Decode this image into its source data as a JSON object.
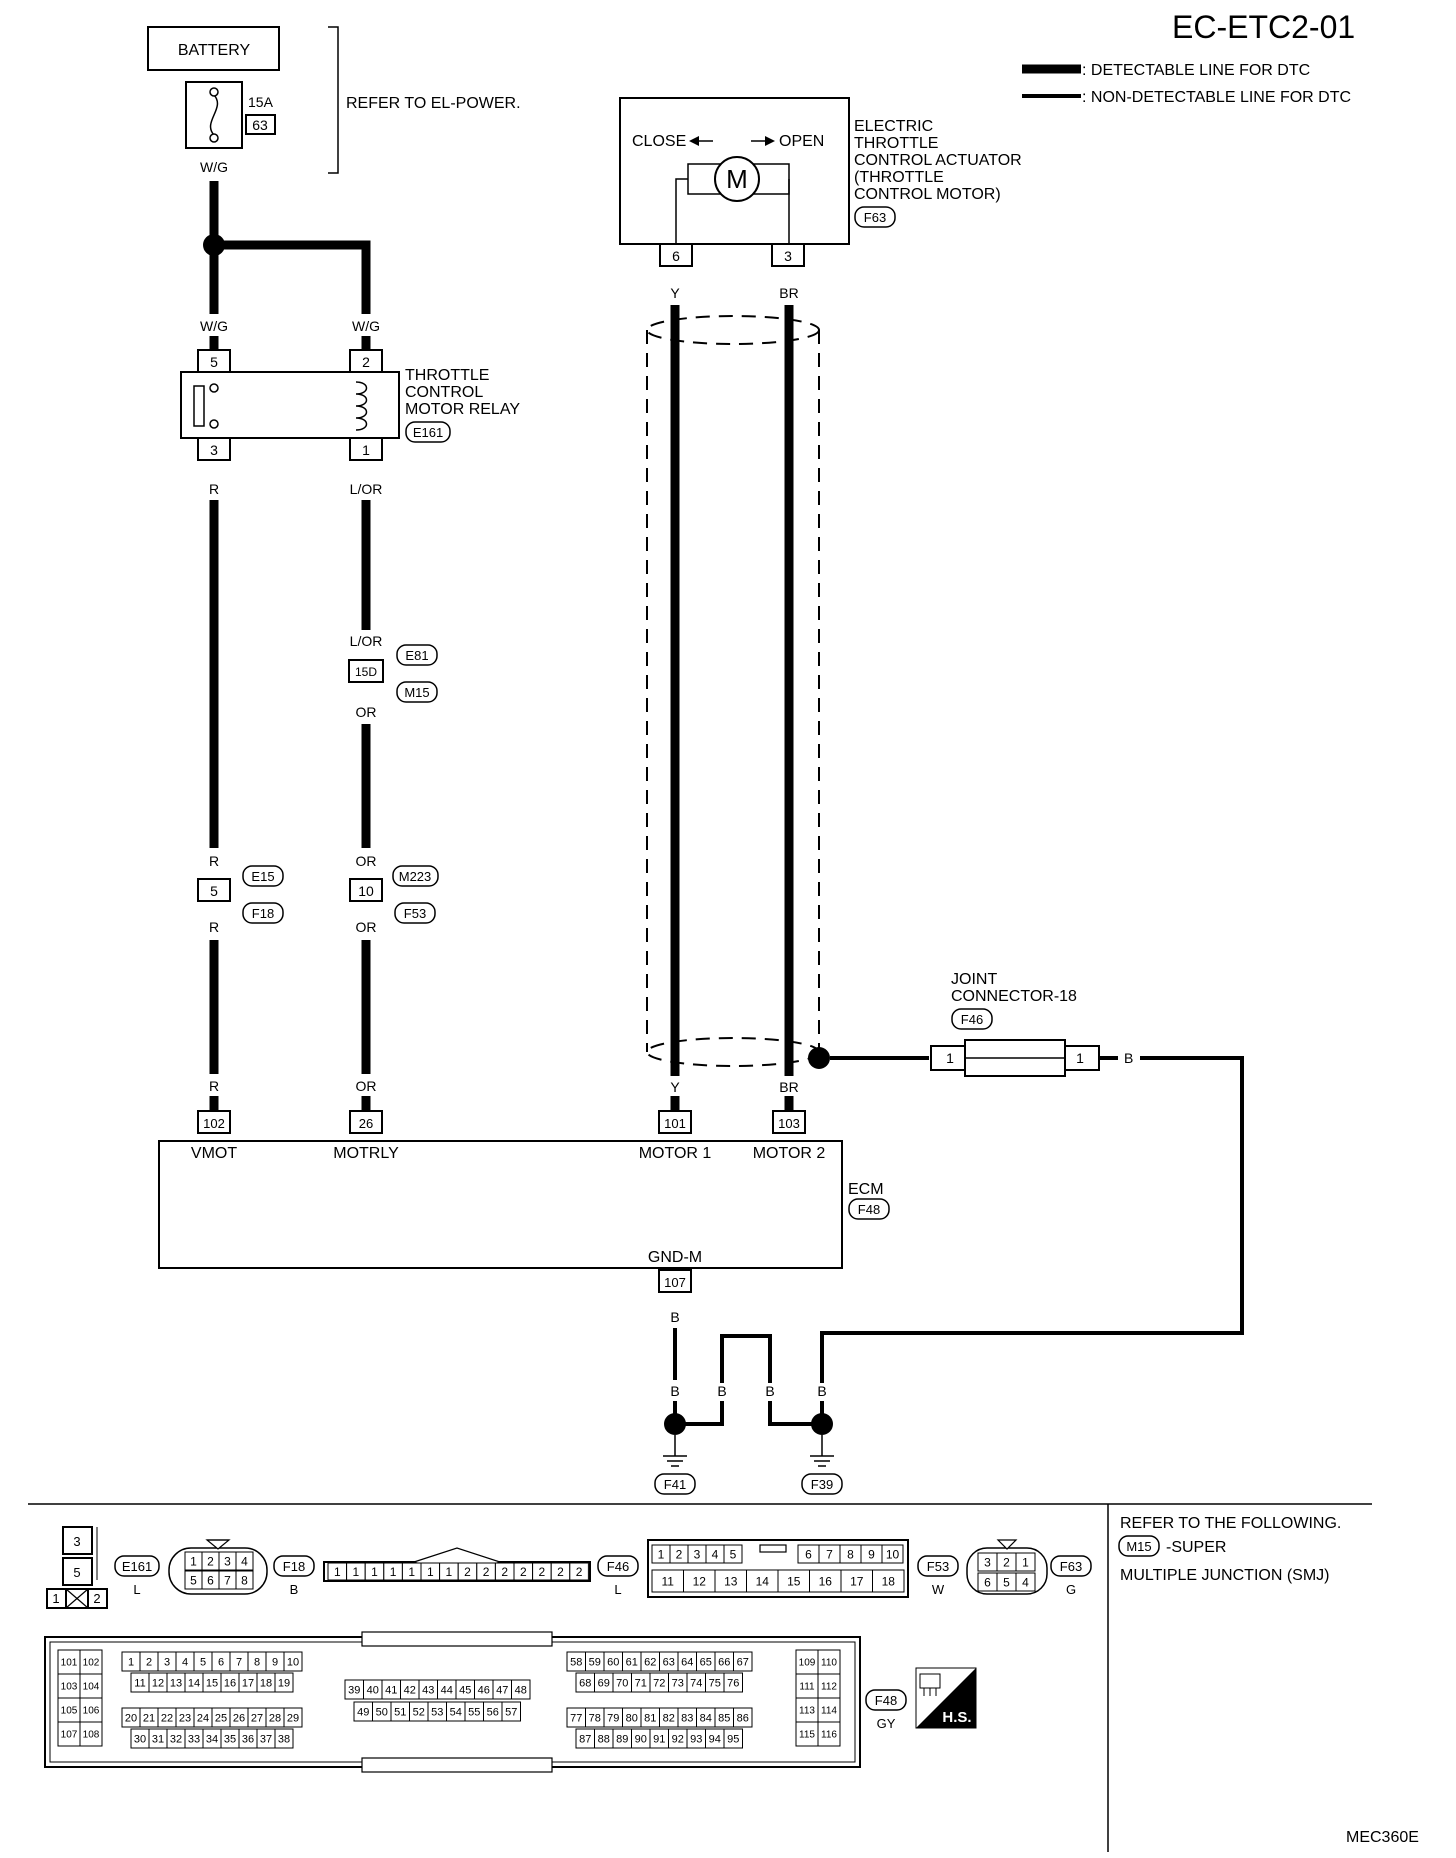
{
  "header": {
    "page_code": "EC-ETC2-01",
    "footer_code": "MEC360E",
    "legend": {
      "detectable": ": DETECTABLE LINE FOR DTC",
      "non_detectable": ": NON-DETECTABLE LINE FOR DTC"
    }
  },
  "battery": {
    "label": "BATTERY",
    "fuse_rating": "15A",
    "fuse_number": "63",
    "refer": "REFER TO EL-POWER."
  },
  "actuator": {
    "lines": [
      "ELECTRIC",
      "THROTTLE",
      "CONTROL ACTUATOR",
      "(THROTTLE",
      "CONTROL MOTOR)"
    ],
    "connector": "F63",
    "close_label": "CLOSE",
    "open_label": "OPEN",
    "motor_symbol": "M",
    "pin_a": "6",
    "pin_b": "3"
  },
  "relay": {
    "lines": [
      "THROTTLE",
      "CONTROL",
      "MOTOR RELAY"
    ],
    "connector": "E161",
    "pin_top_left": "5",
    "pin_top_right": "2",
    "pin_bottom_left": "3",
    "pin_bottom_right": "1"
  },
  "wires": {
    "wg": "W/G",
    "r": "R",
    "lor": "L/OR",
    "or": "OR",
    "y": "Y",
    "br": "BR",
    "b": "B"
  },
  "inline_connectors": {
    "pin_15d": "15D",
    "e81": "E81",
    "m15": "M15",
    "pin_5": "5",
    "e15": "E15",
    "f18": "F18",
    "pin_10": "10",
    "m223": "M223",
    "f53": "F53"
  },
  "joint": {
    "lines": [
      "JOINT",
      "CONNECTOR-18"
    ],
    "connector": "F46",
    "pin_left": "1",
    "pin_right": "1"
  },
  "ecm": {
    "label": "ECM",
    "connector": "F48",
    "pins": [
      {
        "pin": "102",
        "name": "VMOT"
      },
      {
        "pin": "26",
        "name": "MOTRLY"
      },
      {
        "pin": "101",
        "name": "MOTOR 1"
      },
      {
        "pin": "103",
        "name": "MOTOR 2"
      }
    ],
    "ground_pin": "107",
    "ground_name": "GND-M"
  },
  "grounds": [
    "F41",
    "F39"
  ],
  "connector_views": {
    "e161": {
      "name": "E161",
      "color": "L",
      "cells": [
        "3",
        "5",
        "1",
        "2"
      ]
    },
    "f18": {
      "name": "F18",
      "color": "B",
      "top": [
        "1",
        "2",
        "3",
        "4"
      ],
      "bottom": [
        "5",
        "6",
        "7",
        "8"
      ]
    },
    "f46": {
      "name": "F46",
      "color": "L",
      "cells": [
        "1",
        "1",
        "1",
        "1",
        "1",
        "1",
        "1",
        "2",
        "2",
        "2",
        "2",
        "2",
        "2",
        "2"
      ]
    },
    "f53": {
      "name": "F53",
      "color": "W",
      "top": [
        "1",
        "2",
        "3",
        "4",
        "5",
        "6",
        "7",
        "8",
        "9",
        "10"
      ],
      "bottom": [
        "11",
        "12",
        "13",
        "14",
        "15",
        "16",
        "17",
        "18"
      ]
    },
    "f63": {
      "name": "F63",
      "color": "G",
      "top": [
        "3",
        "2",
        "1"
      ],
      "bottom": [
        "6",
        "5",
        "4"
      ]
    },
    "f48": {
      "name": "F48",
      "color": "GY",
      "left": [
        "101",
        "102",
        "103",
        "104",
        "105",
        "106",
        "107",
        "108"
      ],
      "b1_r1": [
        "1",
        "2",
        "3",
        "4",
        "5",
        "6",
        "7",
        "8",
        "9",
        "10"
      ],
      "b1_r2": [
        "11",
        "12",
        "13",
        "14",
        "15",
        "16",
        "17",
        "18",
        "19"
      ],
      "b1_r3": [
        "20",
        "21",
        "22",
        "23",
        "24",
        "25",
        "26",
        "27",
        "28",
        "29"
      ],
      "b1_r4": [
        "30",
        "31",
        "32",
        "33",
        "34",
        "35",
        "36",
        "37",
        "38"
      ],
      "b2_r1": [
        "39",
        "40",
        "41",
        "42",
        "43",
        "44",
        "45",
        "46",
        "47",
        "48"
      ],
      "b2_r2": [
        "49",
        "50",
        "51",
        "52",
        "53",
        "54",
        "55",
        "56",
        "57"
      ],
      "b3_r1": [
        "58",
        "59",
        "60",
        "61",
        "62",
        "63",
        "64",
        "65",
        "66",
        "67"
      ],
      "b3_r2": [
        "68",
        "69",
        "70",
        "71",
        "72",
        "73",
        "74",
        "75",
        "76"
      ],
      "b3_r3": [
        "77",
        "78",
        "79",
        "80",
        "81",
        "82",
        "83",
        "84",
        "85",
        "86"
      ],
      "b3_r4": [
        "87",
        "88",
        "89",
        "90",
        "91",
        "92",
        "93",
        "94",
        "95"
      ],
      "right": [
        "109",
        "110",
        "111",
        "112",
        "113",
        "114",
        "115",
        "116"
      ],
      "hs_label": "H.S."
    }
  },
  "refer_note": {
    "line1": "REFER TO THE FOLLOWING.",
    "connector": "M15",
    "line2": "-SUPER",
    "line3": "MULTIPLE JUNCTION (SMJ)"
  }
}
